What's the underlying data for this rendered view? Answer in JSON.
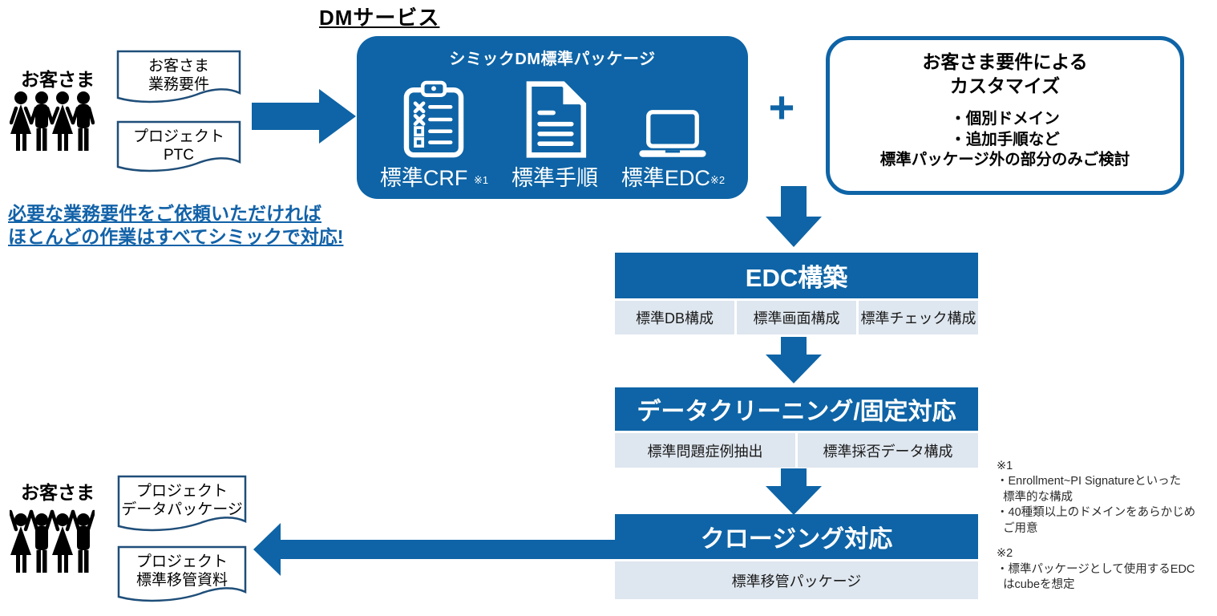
{
  "title": "DMサービス",
  "colors": {
    "blue": "#0E64A6",
    "navy": "#1F4E79",
    "cell_bg": "#DEE6EF",
    "text_blue": "#1262A8"
  },
  "customer_input": {
    "label": "お客さま",
    "doc1": "お客さま\n業務要件",
    "doc2": "プロジェクト\nPTC"
  },
  "package": {
    "title": "シミックDM標準パッケージ",
    "items": [
      {
        "label": "標準CRF",
        "note": "※1",
        "icon": "clipboard-checklist-icon"
      },
      {
        "label": "標準手順",
        "note": "",
        "icon": "document-icon"
      },
      {
        "label": "標準EDC",
        "note": "※2",
        "icon": "laptop-icon"
      }
    ]
  },
  "plus": "+",
  "customize": {
    "title": "お客さま要件による\nカスタマイズ",
    "body": "・個別ドメイン\n・追加手順など\n標準パッケージ外の部分のみご検討"
  },
  "tagline": "必要な業務要件をご依頼いただければ\nほとんどの作業はすべてシミックで対応!",
  "processes": [
    {
      "title": "EDC構築",
      "cells": [
        "標準DB構成",
        "標準画面構成",
        "標準チェック構成"
      ]
    },
    {
      "title": "データクリーニング/固定対応",
      "cells": [
        "標準問題症例抽出",
        "標準採否データ構成"
      ]
    },
    {
      "title": "クロージング対応",
      "cells": [
        "標準移管パッケージ"
      ]
    }
  ],
  "customer_output": {
    "label": "お客さま",
    "doc1": "プロジェクト\nデータパッケージ",
    "doc2": "プロジェクト\n標準移管資料"
  },
  "footnotes": [
    {
      "title": "※1",
      "body": "・Enrollment~PI Signatureといった\n  標準的な構成\n・40種類以上のドメインをあらかじめ\n  ご用意"
    },
    {
      "title": "※2",
      "body": "・標準パッケージとして使用するEDC\n  はcubeを想定"
    }
  ]
}
